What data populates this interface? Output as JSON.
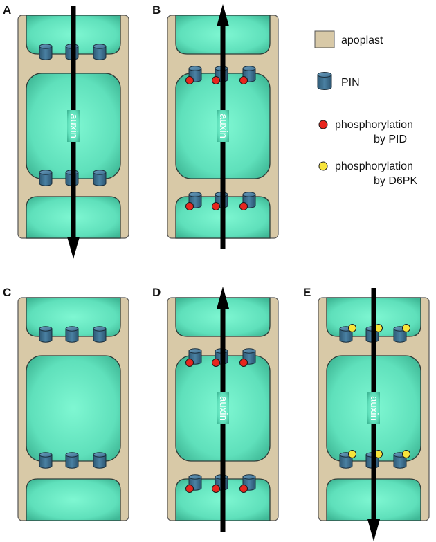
{
  "panels": [
    {
      "id": "A",
      "label": "A",
      "flow": "down",
      "flow_label": "auxin",
      "phospho": "none"
    },
    {
      "id": "B",
      "label": "B",
      "flow": "up",
      "flow_label": "auxin",
      "phospho": "PID"
    },
    {
      "id": "C",
      "label": "C",
      "flow": "none",
      "flow_label": "",
      "phospho": "none"
    },
    {
      "id": "D",
      "label": "D",
      "flow": "up",
      "flow_label": "auxin",
      "phospho": "PID"
    },
    {
      "id": "E",
      "label": "E",
      "flow": "down",
      "flow_label": "auxin",
      "phospho": "D6PK"
    }
  ],
  "legend": {
    "apoplast": "apoplast",
    "pin": "PIN",
    "pid_line1": "phosphorylation",
    "pid_line2": "by PID",
    "d6pk_line1": "phosphorylation",
    "d6pk_line2": "by D6PK"
  },
  "colors": {
    "apoplast": "#d8c9a7",
    "cell": "#6be8c3",
    "cell_edge": "#3aa98d",
    "pin": "#3d6f8e",
    "pid": "#e8261e",
    "d6pk": "#f7e43a",
    "arrow": "#000000"
  }
}
